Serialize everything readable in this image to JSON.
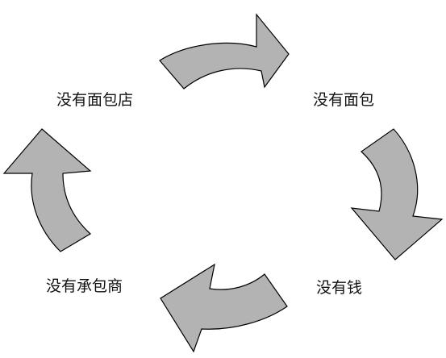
{
  "nodes": [
    {
      "id": "no-bakery",
      "label": "没有面包店"
    },
    {
      "id": "no-bread",
      "label": "没有面包"
    },
    {
      "id": "no-money",
      "label": "没有钱"
    },
    {
      "id": "no-contractor",
      "label": "没有承包商"
    }
  ],
  "colors": {
    "arrow_fill": "#b3b3b3",
    "arrow_stroke": "#000000",
    "text": "#111111",
    "background": "#ffffff"
  },
  "arrow_icon": "curved-block-arrow"
}
